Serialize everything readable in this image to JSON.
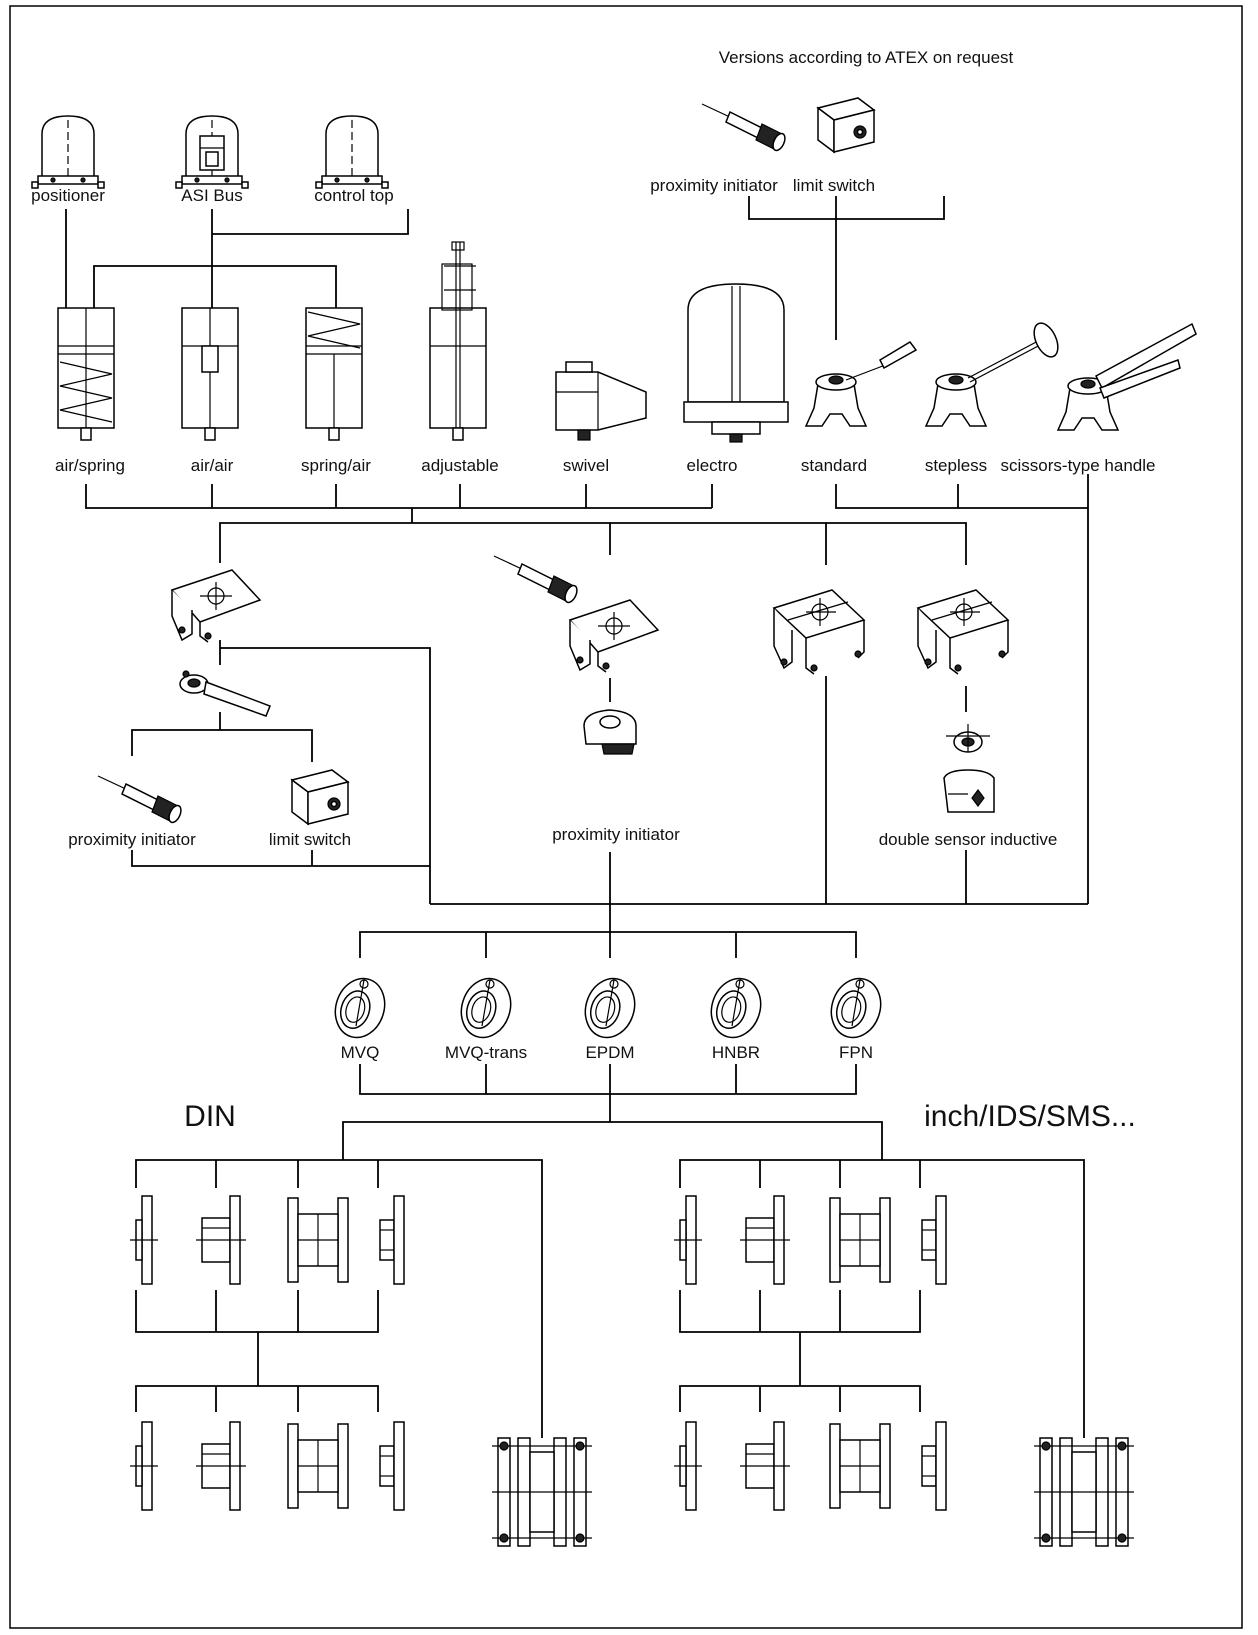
{
  "note": "Versions according to ATEX on request",
  "atex": {
    "proximity_initiator": "proximity initiator",
    "limit_switch": "limit switch"
  },
  "tops": {
    "positioner": "positioner",
    "asi_bus": "ASI Bus",
    "control_top": "control top"
  },
  "actuators": {
    "air_spring": "air/spring",
    "air_air": "air/air",
    "spring_air": "spring/air",
    "adjustable": "adjustable",
    "swivel": "swivel",
    "electro": "electro",
    "standard": "standard",
    "stepless": "stepless",
    "scissors": "scissors-type handle"
  },
  "sensors": {
    "left_proximity": "proximity initiator",
    "left_limit": "limit switch",
    "center_proximity": "proximity initiator",
    "double_sensor": "double sensor inductive"
  },
  "seals": [
    "MVQ",
    "MVQ-trans",
    "EPDM",
    "HNBR",
    "FPN"
  ],
  "groups": {
    "din": "DIN",
    "inch": "inch/IDS/SMS..."
  }
}
